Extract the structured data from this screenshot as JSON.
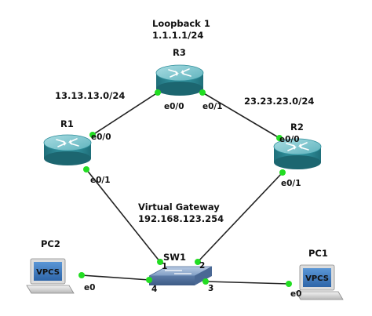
{
  "colors": {
    "link": "#222222",
    "port_dot": "#22dd22",
    "router_body": "#2f8e9a",
    "router_top": "#7fc7cf",
    "switch_body": "#6b8db8",
    "pc_screen": "#3b79c2"
  },
  "loopback": {
    "title": "Loopback 1",
    "address": "1.1.1.1/24"
  },
  "virtual_gateway": {
    "title": "Virtual Gateway",
    "address": "192.168.123.254"
  },
  "networks": {
    "r1_r3": "13.13.13.0/24",
    "r2_r3": "23.23.23.0/24"
  },
  "devices": {
    "r1": {
      "name": "R1",
      "icon": "router-icon"
    },
    "r2": {
      "name": "R2",
      "icon": "router-icon"
    },
    "r3": {
      "name": "R3",
      "icon": "router-icon"
    },
    "sw1": {
      "name": "SW1",
      "icon": "switch-icon"
    },
    "pc1": {
      "name": "PC1",
      "icon": "pc-icon",
      "screen_label": "VPCS"
    },
    "pc2": {
      "name": "PC2",
      "icon": "pc-icon",
      "screen_label": "VPCS"
    }
  },
  "ports": {
    "r3_e0_0": "e0/0",
    "r3_e0_1": "e0/1",
    "r1_e0_0": "e0/0",
    "r1_e0_1": "e0/1",
    "r2_e0_0": "e0/0",
    "r2_e0_1": "e0/1",
    "sw1_p1": "1",
    "sw1_p2": "2",
    "sw1_p3": "3",
    "sw1_p4": "4",
    "pc1_e0": "e0",
    "pc2_e0": "e0"
  }
}
